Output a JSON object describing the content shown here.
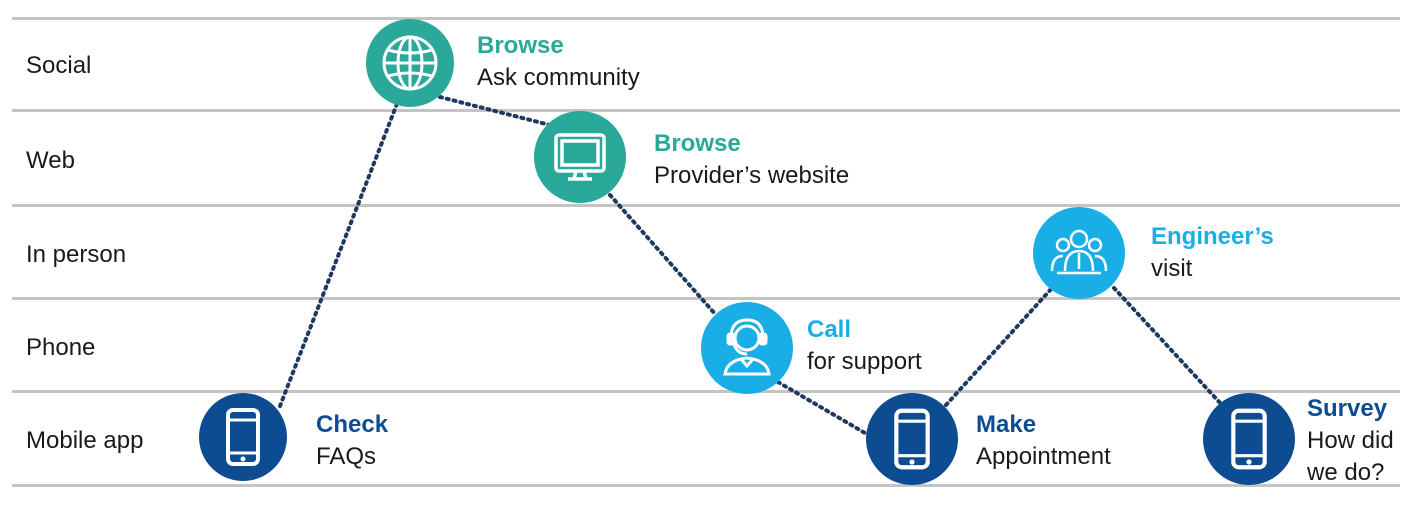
{
  "lanes": [
    "Social",
    "Web",
    "In person",
    "Phone",
    "Mobile app"
  ],
  "touchpoints": [
    {
      "title": "Check",
      "subtitle": "FAQs",
      "channel": "Mobile app",
      "icon": "smartphone-icon"
    },
    {
      "title": "Browse",
      "subtitle": "Ask community",
      "channel": "Social",
      "icon": "globe-icon"
    },
    {
      "title": "Browse",
      "subtitle": "Provider’s website",
      "channel": "Web",
      "icon": "monitor-icon"
    },
    {
      "title": "Call",
      "subtitle": "for support",
      "channel": "Phone",
      "icon": "headset-agent-icon"
    },
    {
      "title": "Make",
      "subtitle": "Appointment",
      "channel": "Mobile app",
      "icon": "smartphone-icon"
    },
    {
      "title": "Engineer’s",
      "subtitle": "visit",
      "channel": "In person",
      "icon": "people-group-icon"
    },
    {
      "title": "Survey",
      "subtitle": "How did we do?",
      "channel": "Mobile app",
      "icon": "smartphone-icon"
    }
  ],
  "colors": {
    "social": "#2aa899",
    "web": "#2aa899",
    "phone": "#1aaee6",
    "in_person": "#1aaee6",
    "mobile": "#0e4c92"
  }
}
